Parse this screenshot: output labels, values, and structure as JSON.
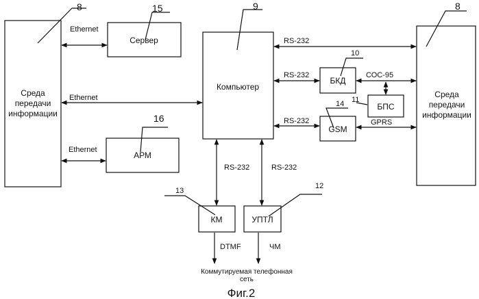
{
  "blocks": {
    "left_medium": {
      "line1": "Среда",
      "line2": "передачи",
      "line3": "информации",
      "number": "8"
    },
    "right_medium": {
      "line1": "Среда",
      "line2": "передачи",
      "line3": "информации",
      "number": "8"
    },
    "server": {
      "label": "Сервер",
      "number": "15"
    },
    "arm": {
      "label": "АРМ",
      "number": "16"
    },
    "computer": {
      "label": "Компьютер",
      "number": "9"
    },
    "bkd": {
      "label": "БКД",
      "number": "10"
    },
    "bps": {
      "label": "БПС",
      "number": "11"
    },
    "gsm": {
      "label": "GSM",
      "number": "14"
    },
    "km": {
      "label": "КМ",
      "number": "13"
    },
    "uptl": {
      "label": "УПТЛ",
      "number": "12"
    }
  },
  "links": {
    "ethernet_server": "Ethernet",
    "ethernet_computer": "Ethernet",
    "ethernet_arm": "Ethernet",
    "rs232_top": "RS-232",
    "rs232_bkd": "RS-232",
    "rs232_gsm": "RS-232",
    "rs232_km": "RS-232",
    "rs232_uptl": "RS-232",
    "coc95": "СОС-95",
    "gprs": "GPRS",
    "dtmf": "DTMF",
    "chm": "ЧМ"
  },
  "network": {
    "line1": "Коммутируемая телефонная",
    "line2": "сеть"
  },
  "caption": "Фиг.2"
}
